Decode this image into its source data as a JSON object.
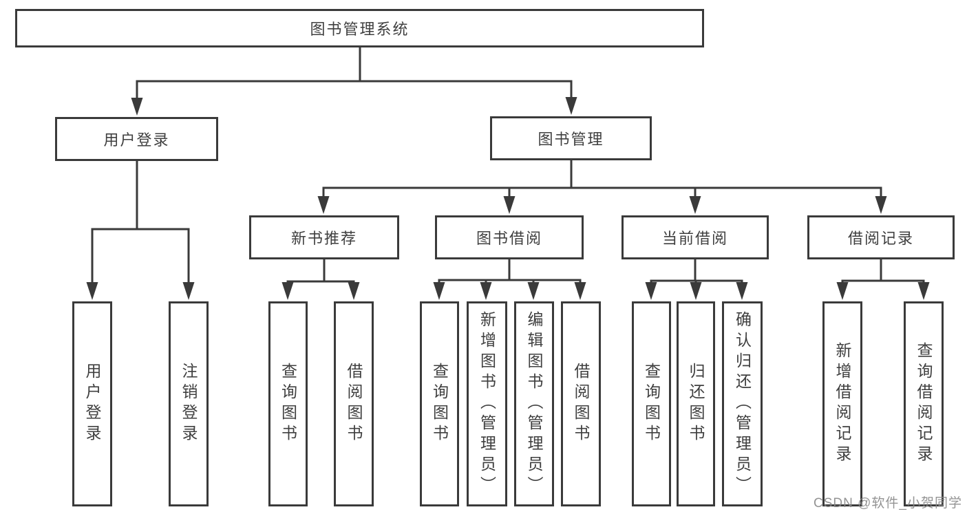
{
  "diagram": {
    "root": "图书管理系统",
    "branches": [
      {
        "label": "用户登录",
        "children": [
          "用户登录",
          "注销登录"
        ]
      },
      {
        "label": "图书管理",
        "sections": [
          {
            "label": "新书推荐",
            "children": [
              "查询图书",
              "借阅图书"
            ]
          },
          {
            "label": "图书借阅",
            "children": [
              "查询图书",
              "新增图书（管理员）",
              "编辑图书（管理员）",
              "借阅图书"
            ]
          },
          {
            "label": "当前借阅",
            "children": [
              "查询图书",
              "归还图书",
              "确认归还（管理员）"
            ]
          },
          {
            "label": "借阅记录",
            "children": [
              "新增借阅记录",
              "查询借阅记录"
            ]
          }
        ]
      }
    ]
  },
  "watermark": "CSDN @软件_小贺同学",
  "colors": {
    "line": "#3a3a3a",
    "box_border": "#3a3a3a",
    "text": "#3f3f3f",
    "watermark": "#8a8a8a",
    "background": "#ffffff"
  }
}
